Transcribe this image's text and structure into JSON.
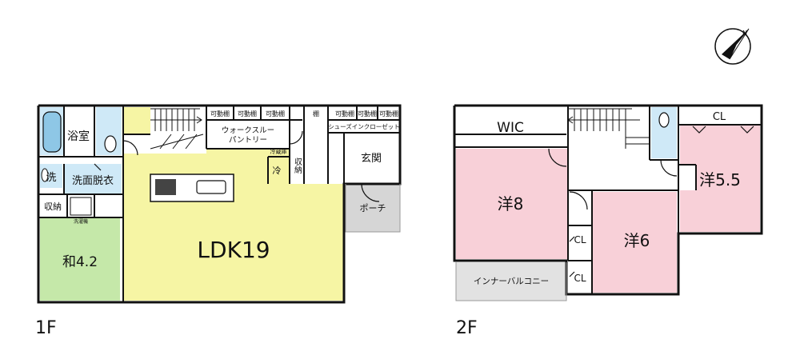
{
  "floors": [
    {
      "label": "1F",
      "rooms": {
        "bath": "浴室",
        "wash_small": "洗",
        "washroom": "洗面脱衣",
        "storage_left": "収納",
        "washitsu": "和4.2",
        "ldk": "LDK19",
        "movable_shelf": "可動棚",
        "walkthrough_line1": "ウォークスルー",
        "walkthrough_line2": "パントリー",
        "shelf": "棚",
        "shoes_closet": "シューズインクローゼット",
        "fridge": "冷",
        "storage_mid": "収納",
        "entrance": "玄関",
        "porch": "ポーチ",
        "washer_mark": "洗濯機",
        "fridge_mark": "冷蔵庫"
      }
    },
    {
      "label": "2F",
      "rooms": {
        "wic": "WIC",
        "cl_top": "CL",
        "room8": "洋8",
        "room55": "洋5.5",
        "room6": "洋6",
        "cl_a": "CL",
        "cl_b": "CL",
        "balcony": "インナーバルコニー"
      }
    }
  ],
  "colors": {
    "wet_area": "#cfe9f7",
    "washitsu": "#c5e8a9",
    "ldk": "#f6f5a4",
    "bedroom": "#f8d0d8",
    "porch": "#d6d6d6",
    "balcony": "#e2e2e2",
    "wall": "#111111"
  },
  "compass": "compass-north-icon"
}
